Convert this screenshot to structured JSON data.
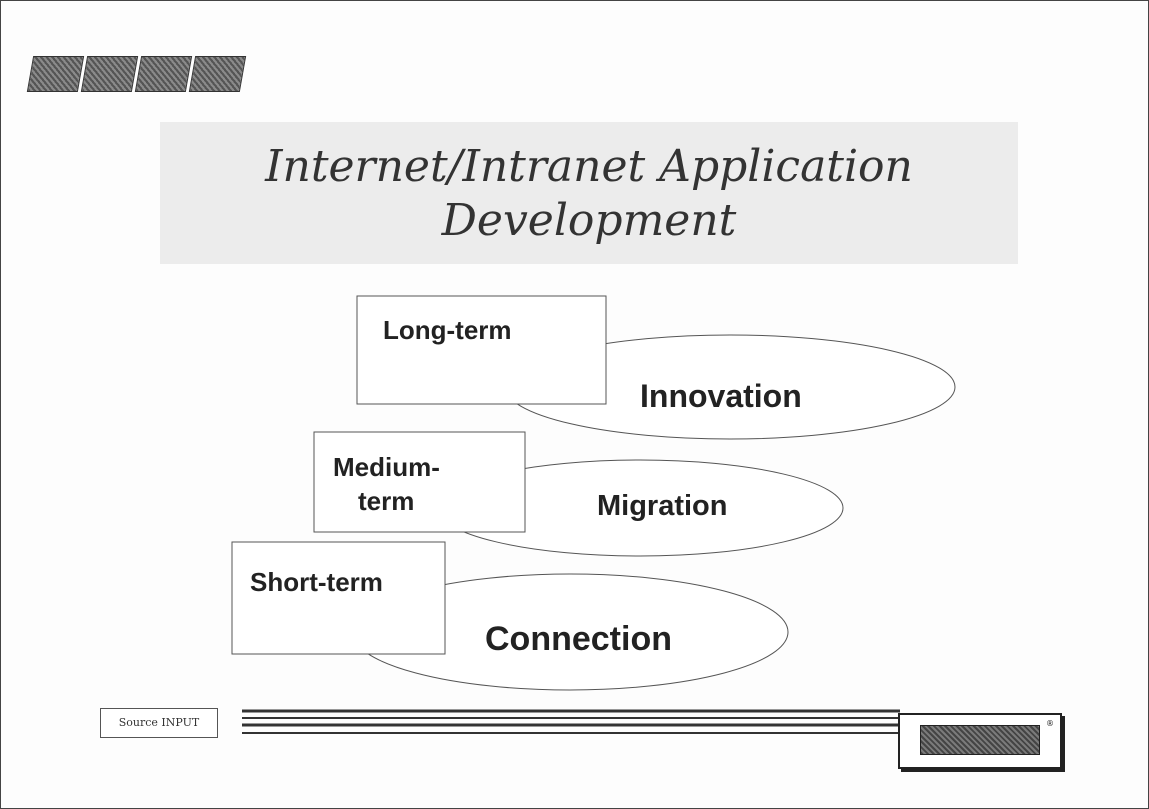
{
  "slide": {
    "title_line1": "Internet/Intranet Application",
    "title_line2": "Development",
    "source_label": "Source INPUT",
    "registered_mark": "®"
  },
  "stages": [
    {
      "term": "Long-term",
      "stage": "Innovation"
    },
    {
      "term_line1": "Medium-",
      "term_line2": "term",
      "stage": "Migration"
    },
    {
      "term": "Short-term",
      "stage": "Connection"
    }
  ]
}
